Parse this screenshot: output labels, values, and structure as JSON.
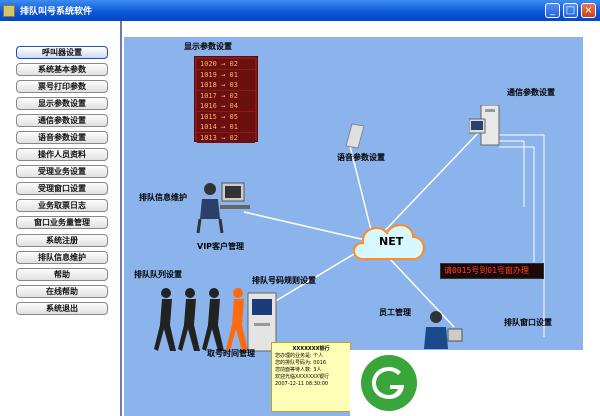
{
  "window": {
    "title": "排队叫号系统软件",
    "buttons": [
      "_",
      "□",
      "×"
    ]
  },
  "menu": {
    "items": [
      "呼叫器设置",
      "系统基本参数",
      "票号打印参数",
      "显示参数设置",
      "通信参数设置",
      "语音参数设置",
      "操作人员资料",
      "受理业务设置",
      "受理窗口设置",
      "业务取票日志",
      "窗口业务量管理",
      "系统注册",
      "排队信息维护",
      "帮助",
      "在线帮助",
      "系统退出"
    ],
    "active_index": 0
  },
  "diagram": {
    "labels": {
      "display_settings": "显示参数设置",
      "comm_settings": "通信参数设置",
      "voice_settings": "语音参数设置",
      "queue_info": "排队信息维护",
      "vip_mgmt": "VIP客户管理",
      "net": "NET",
      "queue_list": "排队队列设置",
      "ticket_rules": "排队号码规则设置",
      "staff_mgmt": "员工管理",
      "window_settings": "排队窗口设置",
      "time_mgmt": "取号时间管理"
    },
    "display_rows": [
      "1020 → 02",
      "1019 → 01",
      "1018 → 03",
      "1017 → 02",
      "1016 → 04",
      "1015 → 05",
      "1014 → 01",
      "1013 → 02"
    ],
    "led_text": "请0015号到01号窗办理",
    "ticket_lines": [
      "XXXXXXX银行",
      "您办理的业务是:   个人",
      "您的排队号码为:   0016",
      "您前面等待人数:   3人",
      "欢迎光临XXXXXXX银行",
      "2007-12-11   08:30:00"
    ]
  },
  "colors": {
    "title_bar": "#0a55d8",
    "diagram_bg": "#8cb4ec",
    "logo_green": "#3aa53a"
  }
}
